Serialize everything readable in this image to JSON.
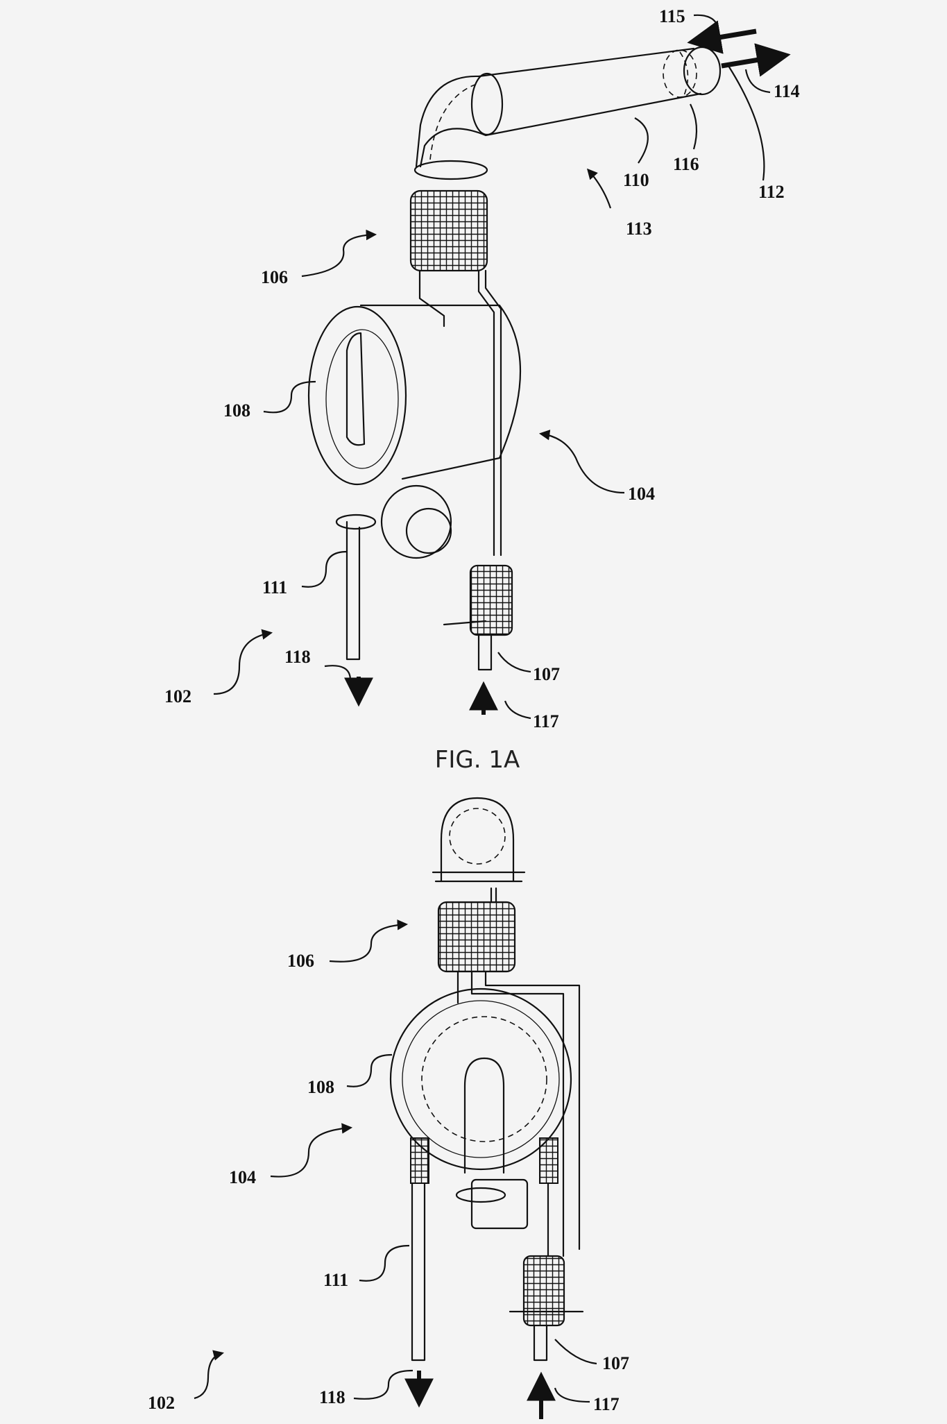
{
  "figure_caption_a": "FIG. 1A",
  "labels": {
    "l115": "115",
    "l114": "114",
    "l112": "112",
    "l116": "116",
    "l110": "110",
    "l113": "113",
    "l106a": "106",
    "l108a": "108",
    "l104a": "104",
    "l111a": "111",
    "l118a": "118",
    "l107a": "107",
    "l117a": "117",
    "l102a": "102",
    "l106b": "106",
    "l108b": "108",
    "l104b": "104",
    "l111b": "111",
    "l107b": "107",
    "l102b": "102",
    "l118b": "118",
    "l117b": "117"
  }
}
